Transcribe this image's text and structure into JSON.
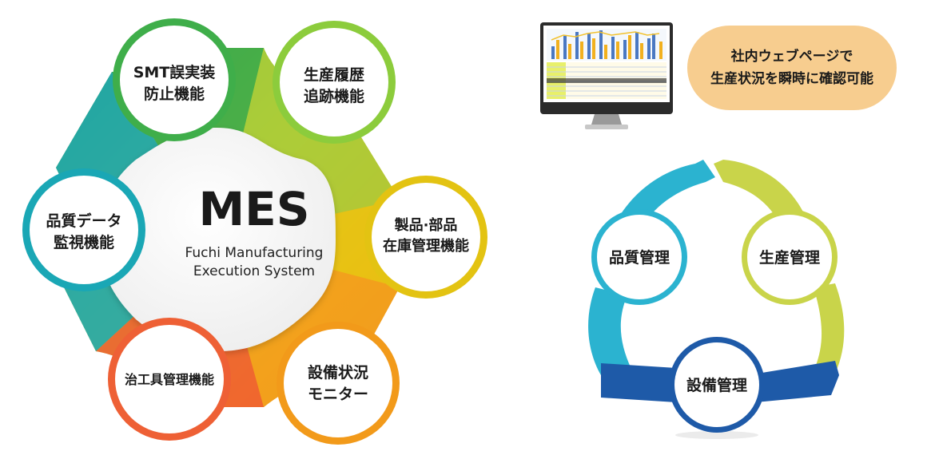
{
  "hub": {
    "title": "MES",
    "subtitle_line1": "Fuchi Manufacturing",
    "subtitle_line2": "Execution System"
  },
  "modules": [
    {
      "line1": "SMT誤実装",
      "line2": "防止機能",
      "color": "#3fae4a"
    },
    {
      "line1": "生産履歴",
      "line2": "追跡機能",
      "color": "#8ccc3c"
    },
    {
      "line1": "製品·部品",
      "line2": "在庫管理機能",
      "color": "#e3c312"
    },
    {
      "line1": "設備状況",
      "line2": "モニター",
      "color": "#f29a1a"
    },
    {
      "line1": "治工具管理機能",
      "line2": "",
      "color": "#ee6035"
    },
    {
      "line1": "品質データ",
      "line2": "監視機能",
      "color": "#1aa7b5"
    }
  ],
  "web_notice": {
    "line1": "社内ウェブページで",
    "line2": "生産状況を瞬時に確認可能"
  },
  "cycle": {
    "quality": {
      "label": "品質管理",
      "color": "#2bb3d0"
    },
    "production": {
      "label": "生産管理",
      "color": "#c9d44a"
    },
    "equipment": {
      "label": "設備管理",
      "color": "#1e5aa8"
    }
  }
}
